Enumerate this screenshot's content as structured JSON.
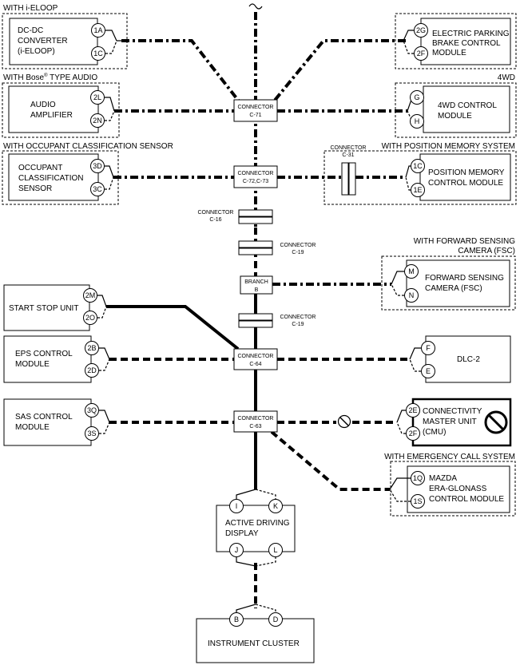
{
  "sections": {
    "i_eloop": "WITH i-ELOOP",
    "bose_prefix": "WITH Bose",
    "bose_suffix": " TYPE AUDIO",
    "bose_reg": "®",
    "awd": "4WD",
    "occupant": "WITH OCCUPANT CLASSIFICATION SENSOR",
    "position_memory": "WITH POSITION MEMORY SYSTEM",
    "fsc_line1": "WITH FORWARD SENSING",
    "fsc_line2": "CAMERA (FSC)",
    "emergency": "WITH EMERGENCY CALL SYSTEM"
  },
  "modules": {
    "dcdc": [
      "DC-DC",
      "CONVERTER",
      "(i-ELOOP)"
    ],
    "epb": [
      "ELECTRIC PARKING",
      "BRAKE CONTROL",
      "MODULE"
    ],
    "audio": [
      "AUDIO",
      "AMPLIFIER"
    ],
    "awd_cm": [
      "4WD CONTROL",
      "MODULE"
    ],
    "ocs": [
      "OCCUPANT",
      "CLASSIFICATION",
      "SENSOR"
    ],
    "pmcm": [
      "POSITION MEMORY",
      "CONTROL MODULE"
    ],
    "fsc": [
      "FORWARD SENSING",
      "CAMERA (FSC)"
    ],
    "ssu": "START STOP UNIT",
    "eps": [
      "EPS CONTROL",
      "MODULE"
    ],
    "dlc": "DLC-2",
    "sas": [
      "SAS CONTROL",
      "MODULE"
    ],
    "cmu": [
      "CONNECTIVITY",
      "MASTER UNIT",
      "(CMU)"
    ],
    "era": [
      "MAZDA",
      "ERA-GLONASS",
      "CONTROL MODULE"
    ],
    "add": [
      "ACTIVE DRIVING",
      "DISPLAY"
    ],
    "ic": "INSTRUMENT CLUSTER"
  },
  "pins": {
    "dcdc": [
      "1A",
      "1C"
    ],
    "epb": [
      "2G",
      "2F"
    ],
    "audio": [
      "2L",
      "2N"
    ],
    "awd_cm": [
      "G",
      "H"
    ],
    "ocs": [
      "3D",
      "3C"
    ],
    "pmcm": [
      "1C",
      "1E"
    ],
    "fsc": [
      "M",
      "N"
    ],
    "ssu": [
      "2M",
      "2O"
    ],
    "eps": [
      "2B",
      "2D"
    ],
    "dlc": [
      "F",
      "E"
    ],
    "sas": [
      "3Q",
      "3S"
    ],
    "cmu": [
      "2E",
      "2F"
    ],
    "era": [
      "1Q",
      "1S"
    ],
    "add_top": [
      "I",
      "K"
    ],
    "add_bottom": [
      "J",
      "L"
    ],
    "ic": [
      "B",
      "D"
    ]
  },
  "connectors": {
    "word": "CONNECTOR",
    "c71": "C-71",
    "c72": "C-72,C-73",
    "c31": "C-31",
    "c16": "C-16",
    "c19": "C-19",
    "branch_word": "BRANCH",
    "branch_id": "B",
    "c64": "C-64",
    "c63": "C-63"
  }
}
